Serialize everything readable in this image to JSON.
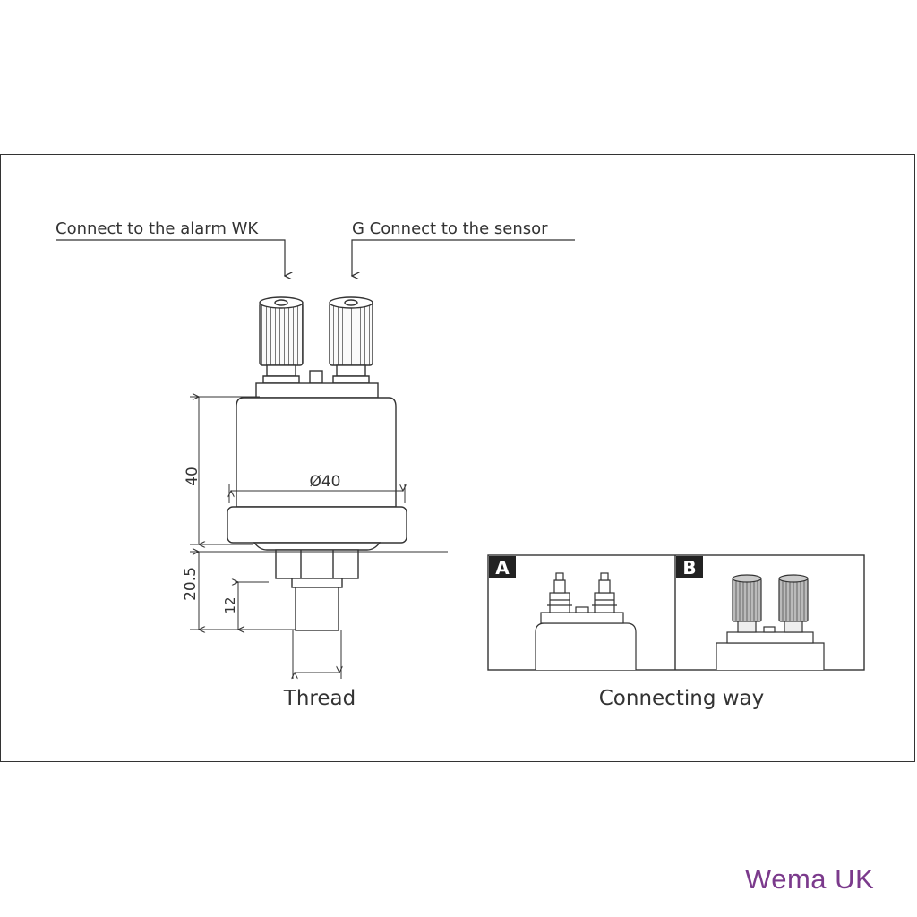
{
  "labels": {
    "alarm": "Connect to the alarm WK",
    "sensor": "G Connect to the sensor",
    "dim_height": "40",
    "dim_diameter": "Ø40",
    "dim_thread_len": "20.5",
    "dim_thread_short": "12",
    "thread": "Thread",
    "connecting": "Connecting way",
    "panel_a": "A",
    "panel_b": "B"
  },
  "brand": "Wema UK",
  "colors": {
    "line": "#333333",
    "brand": "#7b3a8c",
    "badge": "#222222"
  }
}
